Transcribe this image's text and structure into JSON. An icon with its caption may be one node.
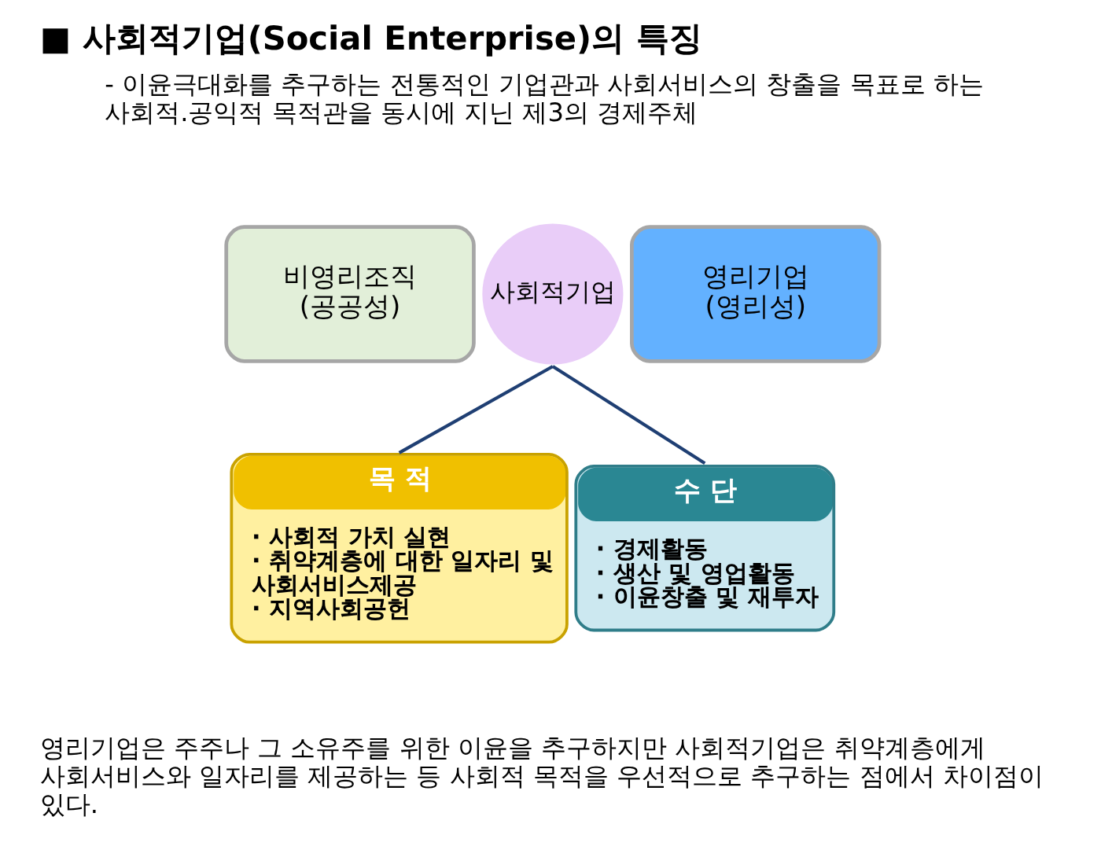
{
  "diagram": {
    "title": "■ 사회적기업(Social Enterprise)의 특징",
    "nodes": [
      {
        "text": [
          "비영리조직",
          "(공공성)"
        ]
      },
      {
        "text": [
          "사회적기업"
        ]
      },
      {
        "text": [
          "영리기업",
          "(영리성)"
        ]
      },
      {
        "text": [
          "목 적",
          "· 사회적 가치 실현",
          "· 취약계층에 대한 일자리 및 사회서비스제공",
          "· 지역사회공헌"
        ]
      },
      {
        "text": [
          "수 단",
          "· 경제활동",
          "· 생산 및 영업활동",
          "· 이윤창출 및 재투자"
        ]
      }
    ],
    "edges": [
      {
        "from": 1,
        "to": 3,
        "arrow": "none"
      },
      {
        "from": 1,
        "to": 4,
        "arrow": "none"
      }
    ],
    "labels": [
      "- 이윤극대화를 추구하는 전통적인 기업관과 사회서비스의 창출을 목표로 하는 사회적.공익적 목적관을 동시에 지닌 제3의 경제주체",
      "영리기업은 주주나 그 소유주를 위한 이윤을 추구하지만 사회적기업은 취약계층에게 사회서비스와 일자리를 제공하는 등 사회적 목적을 우선적으로 추구하는 점에서 차이점이 있다."
    ]
  }
}
